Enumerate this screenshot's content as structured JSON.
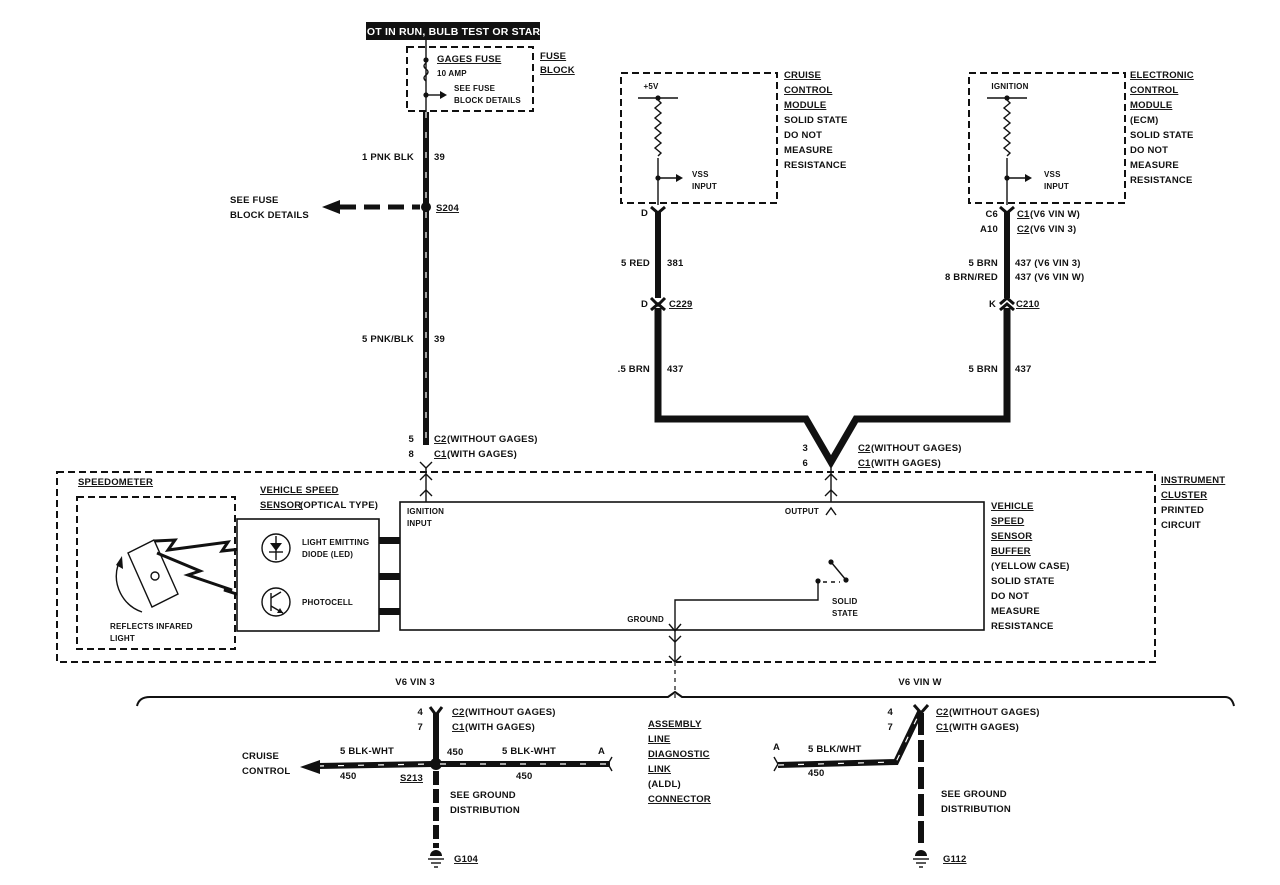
{
  "header": {
    "power_label": "HOT IN RUN, BULB TEST OR START"
  },
  "fuse_block": {
    "fuse_name": "GAGES FUSE",
    "fuse_rating": "10 AMP",
    "see_details_1": "SEE FUSE",
    "see_details_2": "BLOCK DETAILS",
    "block_label_1": "FUSE",
    "block_label_2": "BLOCK"
  },
  "left_circuit": {
    "wire1_color": "1 PNK BLK",
    "wire1_circuit": "39",
    "splice": "S204",
    "splice_see_1": "SEE FUSE",
    "splice_see_2": "BLOCK DETAILS",
    "wire2_color": "5 PNK/BLK",
    "wire2_circuit": "39",
    "pin_without": "5",
    "pin_with": "8",
    "conn_without": "C2",
    "conn_without_note": "(WITHOUT GAGES)",
    "conn_with": "C1",
    "conn_with_note": "(WITH GAGES)"
  },
  "cruise_module": {
    "supply": "+5V",
    "vss_1": "VSS",
    "vss_2": "INPUT",
    "label": [
      "CRUISE",
      "CONTROL",
      "MODULE"
    ],
    "notes": [
      "SOLID STATE",
      "DO NOT",
      "MEASURE",
      "RESISTANCE"
    ],
    "pin": "D",
    "wire1_color": "5 RED",
    "wire1_circuit": "381",
    "conn_pin": "D",
    "conn": "C229",
    "wire2_color": ".5 BRN",
    "wire2_circuit": "437"
  },
  "ecm": {
    "supply": "IGNITION",
    "vss_1": "VSS",
    "vss_2": "INPUT",
    "label": [
      "ELECTRONIC",
      "CONTROL",
      "MODULE"
    ],
    "notes": [
      "(ECM)",
      "SOLID STATE",
      "DO NOT",
      "MEASURE",
      "RESISTANCE"
    ],
    "pin_w": "C6",
    "pin_3": "A10",
    "conn_w": "C1",
    "conn_w_note": "(V6 VIN W)",
    "conn_3": "C2",
    "conn_3_note": "(V6 VIN 3)",
    "wire_a_color": "5 BRN",
    "wire_a_circuit": "437 (V6 VIN 3)",
    "wire_b_color": "8 BRN/RED",
    "wire_b_circuit": "437 (V6 VIN W)",
    "conn_pin": "K",
    "conn": "C210",
    "wire2_color": "5 BRN",
    "wire2_circuit": "437"
  },
  "output_conn": {
    "pin_without": "3",
    "pin_with": "6",
    "conn_without": "C2",
    "conn_without_note": "(WITHOUT GAGES)",
    "conn_with": "C1",
    "conn_with_note": "(WITH GAGES)"
  },
  "cluster": {
    "label": [
      "INSTRUMENT",
      "CLUSTER"
    ],
    "notes": [
      "PRINTED",
      "CIRCUIT"
    ],
    "speedometer": "SPEEDOMETER",
    "reflects_1": "REFLECTS INFARED",
    "reflects_2": "LIGHT",
    "sensor_label_1": "VEHICLE SPEED",
    "sensor_label_2a": "SENSOR",
    "sensor_label_2b": " (OPTICAL TYPE)",
    "led_1": "LIGHT EMITTING",
    "led_2": "DIODE (LED)",
    "photocell": "PHOTOCELL",
    "ignition_1": "IGNITION",
    "ignition_2": "INPUT",
    "output": "OUTPUT",
    "ground": "GROUND",
    "solid_1": "SOLID",
    "solid_2": "STATE",
    "buffer_label": [
      "VEHICLE",
      "SPEED",
      "SENSOR",
      "BUFFER"
    ],
    "buffer_notes": [
      "(YELLOW CASE)",
      "SOLID STATE",
      "DO NOT",
      "MEASURE",
      "RESISTANCE"
    ]
  },
  "lower": {
    "vin3_label": "V6 VIN 3",
    "vinw_label": "V6 VIN W",
    "left": {
      "pin_without": "4",
      "pin_with": "7",
      "conn_without": "C2",
      "conn_without_note": "(WITHOUT GAGES)",
      "conn_with": "C1",
      "conn_with_note": "(WITH GAGES)",
      "cruise_1": "CRUISE",
      "cruise_2": "CONTROL",
      "wire_left_color": "5 BLK-WHT",
      "wire_left_circuit": "450",
      "splice": "S213",
      "wire_right_circuit_top": "450",
      "wire_right_color": "5 BLK-WHT",
      "wire_right_circuit": "450",
      "aldl_pin": "A",
      "see_ground_1": "SEE GROUND",
      "see_ground_2": "DISTRIBUTION",
      "ground_id": "G104"
    },
    "aldl": [
      "ASSEMBLY",
      "LINE",
      "DIAGNOSTIC",
      "LINK",
      "(ALDL)",
      "CONNECTOR"
    ],
    "right": {
      "pin_without": "4",
      "pin_with": "7",
      "conn_without": "C2",
      "conn_without_note": "(WITHOUT GAGES)",
      "conn_with": "C1",
      "conn_with_note": "(WITH GAGES)",
      "aldl_pin": "A",
      "wire_color": "5 BLK/WHT",
      "wire_circuit": "450",
      "see_ground_1": "SEE GROUND",
      "see_ground_2": "DISTRIBUTION",
      "ground_id": "G112"
    }
  }
}
